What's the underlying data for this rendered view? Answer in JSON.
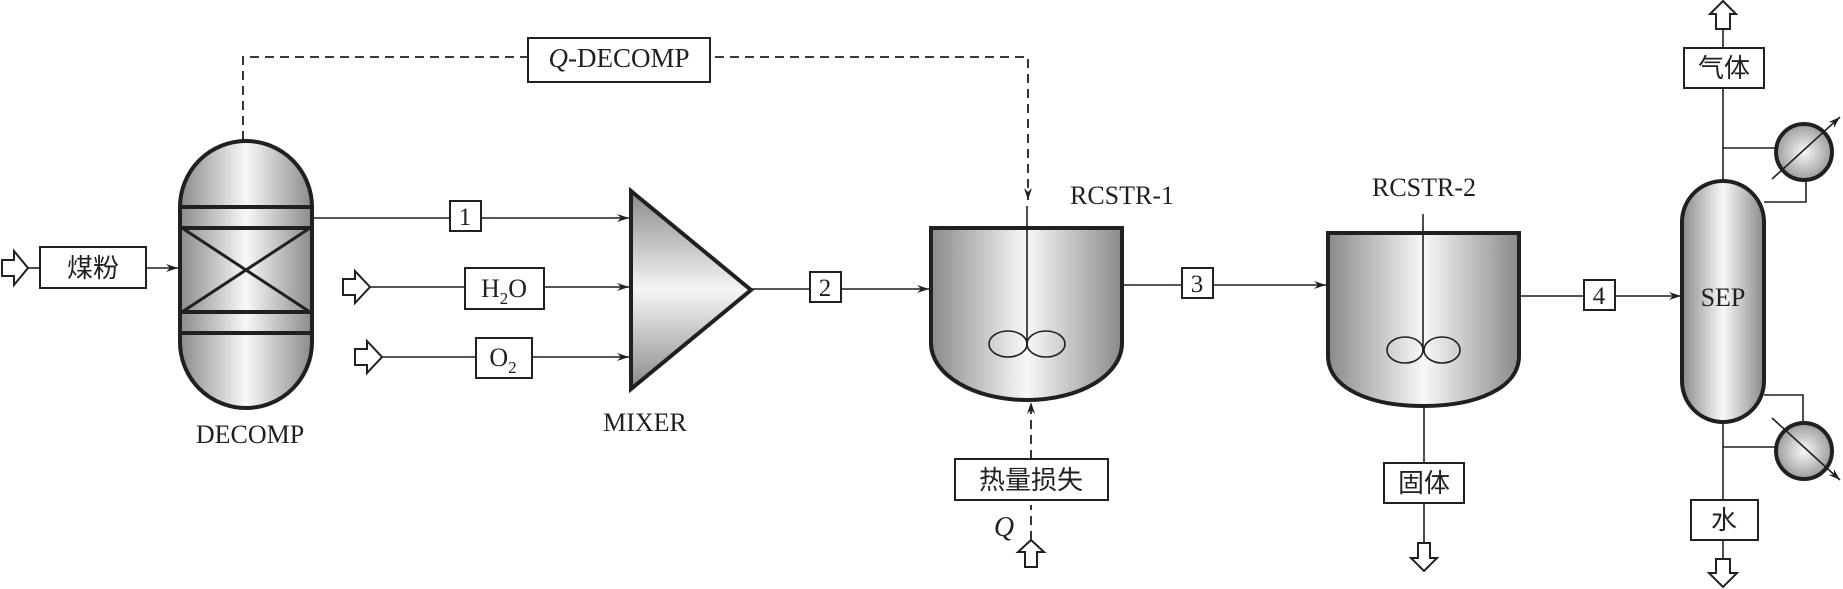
{
  "diagram": {
    "type": "process-flow-diagram",
    "units": {
      "decomp": {
        "label": "DECOMP"
      },
      "mixer": {
        "label": "MIXER"
      },
      "rcstr1": {
        "label": "RCSTR-1"
      },
      "rcstr2": {
        "label": "RCSTR-2"
      },
      "sep": {
        "label": "SEP"
      }
    },
    "feeds": {
      "coal": "煤粉",
      "water_html_base": "H",
      "water_sub": "2",
      "water_tail": "O",
      "oxygen_base": "O",
      "oxygen_sub": "2"
    },
    "streams": [
      "1",
      "2",
      "3",
      "4"
    ],
    "heat": {
      "q_decomp_italic": "Q",
      "q_decomp_rest": "-DECOMP",
      "heat_loss": "热量损失",
      "q_symbol": "Q"
    },
    "products": {
      "gas": "气体",
      "solid": "固体",
      "water": "水"
    },
    "colors": {
      "stroke": "#231f20",
      "vessel_dark": "#8c8c8c",
      "vessel_light": "#f7f7f7"
    }
  }
}
